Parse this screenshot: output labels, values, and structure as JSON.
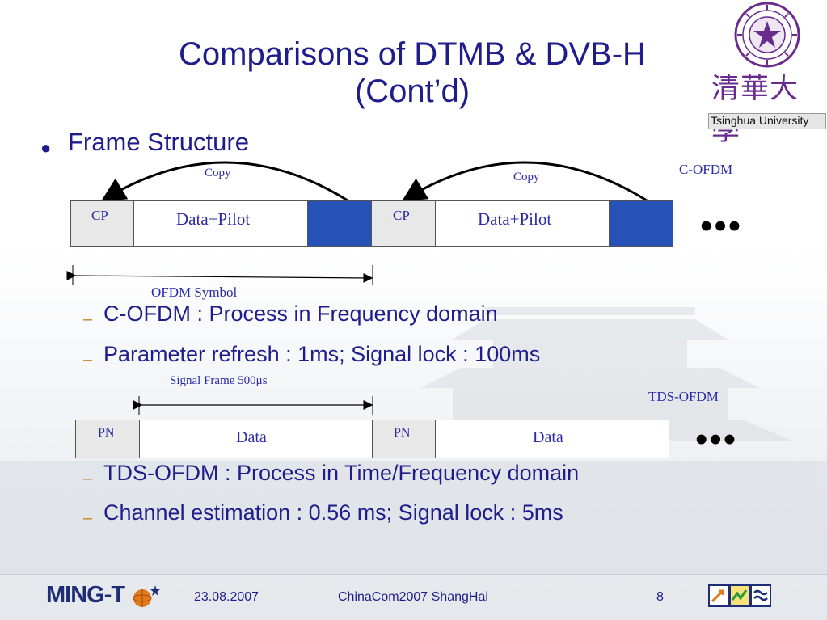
{
  "slide": {
    "title_line1": "Comparisons of DTMB & DVB-H",
    "title_line2": "(Cont’d)",
    "bullet": "Frame Structure",
    "sub_items_1": [
      "C-OFDM : Process in Frequency domain",
      "Parameter refresh : 1ms; Signal lock : 100ms"
    ],
    "sub_items_2": [
      "TDS-OFDM : Process in Time/Frequency domain",
      "Channel estimation : 0.56 ms; Signal lock : 5ms"
    ],
    "dash": "–"
  },
  "diagram": {
    "copfdm_label": "C-OFDM",
    "copy_label": "Copy",
    "cp_label": "CP",
    "data_pilot_label": "Data+Pilot",
    "ofdm_symbol_label": "OFDM Symbol",
    "tds_label": "TDS-OFDM",
    "signal_frame_label": "Signal Frame 500μs",
    "pn_label": "PN",
    "data_label": "Data",
    "ellipsis": "•••"
  },
  "logo": {
    "university_name": "Tsinghua University",
    "chinese_name": "清華大學"
  },
  "footer": {
    "brand": "MING-T",
    "date": "23.08.2007",
    "event": "ChinaCom2007 ShangHai",
    "page": "8"
  },
  "colors": {
    "title": "#1f1d8c",
    "accent_blue": "#2652b8",
    "dash": "#c0832b",
    "seal": "#6a2c8c"
  }
}
